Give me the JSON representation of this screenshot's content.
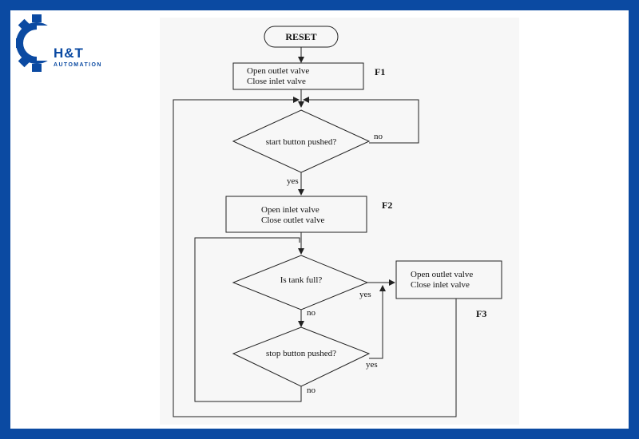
{
  "brand": {
    "title": "H&T",
    "subtitle": "AUTOMATION",
    "icon": "gear-icon",
    "color": "#0b4aa2"
  },
  "frame_color": "#0b4aa2",
  "flowchart": {
    "start": "RESET",
    "f1": {
      "tag": "F1",
      "line1": "Open outlet valve",
      "line2": "Close inlet valve"
    },
    "decision_start": "start button pushed?",
    "decision_start_no": "no",
    "decision_start_yes": "yes",
    "f2": {
      "tag": "F2",
      "line1": "Open inlet valve",
      "line2": "Close outlet valve"
    },
    "decision_full": "Is tank full?",
    "decision_full_yes": "yes",
    "decision_full_no": "no",
    "decision_stop": "stop button pushed?",
    "decision_stop_yes": "yes",
    "decision_stop_no": "no",
    "f3": {
      "tag": "F3",
      "line1": "Open outlet valve",
      "line2": "Close inlet valve"
    }
  }
}
